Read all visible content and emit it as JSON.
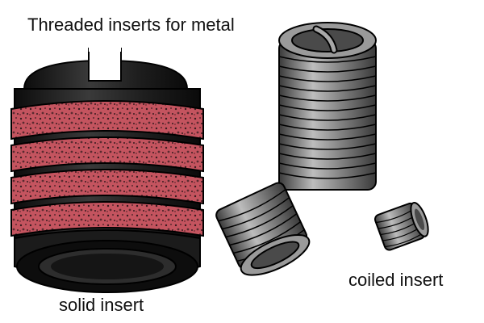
{
  "title": "Threaded inserts for metal",
  "labels": {
    "solid": "solid insert",
    "coiled": "coiled insert"
  },
  "colors": {
    "background": "#ffffff",
    "solid_body": "#1a1a1a",
    "solid_thread_red": "#c4545f",
    "coil_metal": "#7a7a7a",
    "outline": "#000000"
  },
  "icons": [
    "solid-threaded-insert-icon",
    "large-coiled-insert-icon",
    "medium-coiled-insert-icon",
    "small-coiled-insert-icon"
  ]
}
